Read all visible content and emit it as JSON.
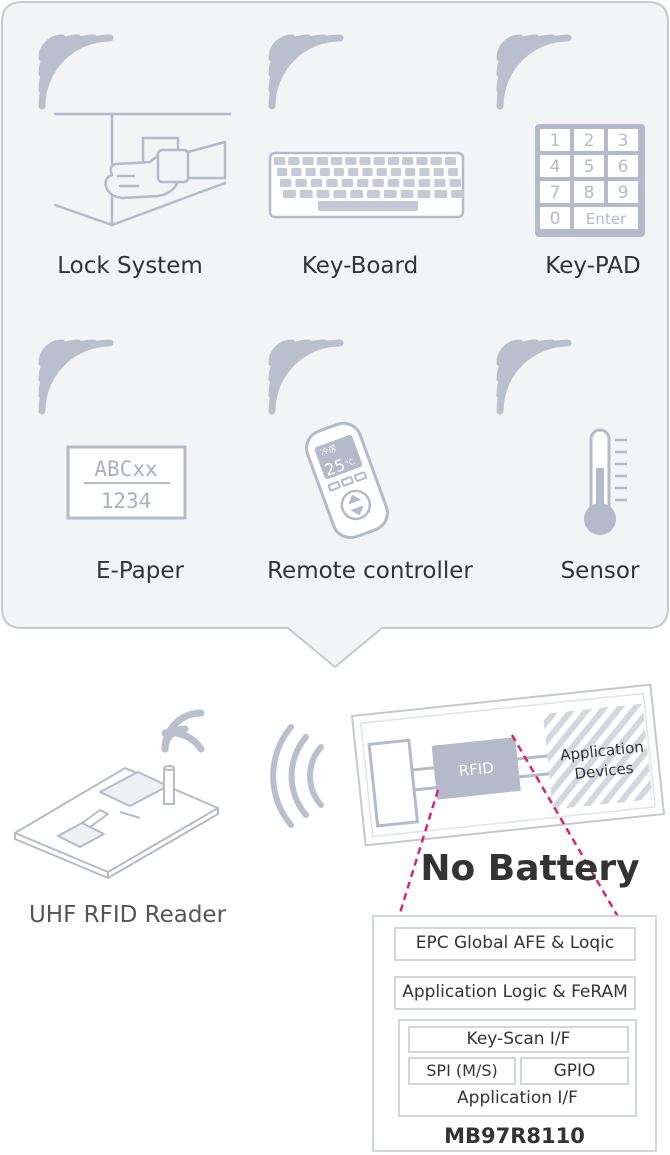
{
  "applications": [
    {
      "id": "lock",
      "label": "Lock System"
    },
    {
      "id": "keyboard",
      "label": "Key-Board"
    },
    {
      "id": "keypad",
      "label": "Key-PAD"
    },
    {
      "id": "epaper",
      "label": "E-Paper"
    },
    {
      "id": "remote",
      "label": "Remote controller"
    },
    {
      "id": "sensor",
      "label": "Sensor"
    }
  ],
  "keypad_keys": [
    "1",
    "2",
    "3",
    "4",
    "5",
    "6",
    "7",
    "8",
    "9",
    "0",
    "Enter"
  ],
  "epaper": {
    "line1": "ABCxx",
    "line2": "1234"
  },
  "remote": {
    "display_top": "冷房",
    "display_value": "25",
    "display_unit": "°C"
  },
  "reader": {
    "label": "UHF RFID Reader"
  },
  "device": {
    "rfid": "RFID",
    "app_line1": "Application",
    "app_line2": "Devices"
  },
  "headline": "No Battery",
  "chip": {
    "epc": "EPC Global AFE & Loqic",
    "app_logic": "Application Logic & FeRAM",
    "keyscan": "Key-Scan I/F",
    "spi": "SPI (M/S)",
    "gpio": "GPIO",
    "app_if": "Application I/F",
    "name": "MB97R8110"
  },
  "colors": {
    "icon": "#b4bac9",
    "panel_bg": "#f3f4f6",
    "panel_border": "#c4c8d2",
    "accent": "#d6237a",
    "text": "#333333"
  }
}
